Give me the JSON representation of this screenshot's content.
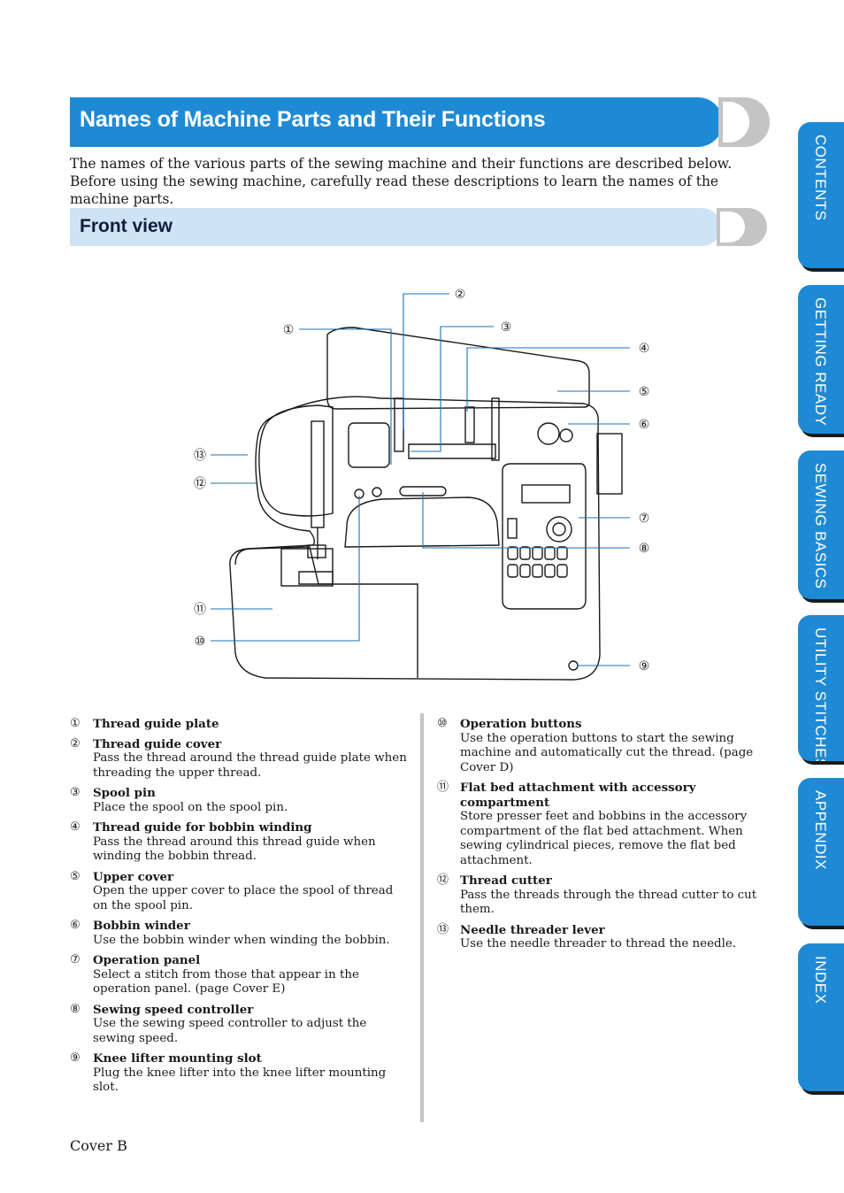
{
  "page": {
    "title": "Names of Machine Parts and Their Functions",
    "intro": "The names of the various parts of the sewing machine and their functions are described below. Before using the sewing machine, carefully read these descriptions to learn the names of the machine parts.",
    "section_title": "Front view",
    "page_label": "Cover B"
  },
  "sidebar": {
    "tabs": [
      {
        "label": "CONTENTS"
      },
      {
        "label": "GETTING READY"
      },
      {
        "label": "SEWING BASICS"
      },
      {
        "label": "UTILITY STITCHES"
      },
      {
        "label": "APPENDIX"
      },
      {
        "label": "INDEX"
      }
    ]
  },
  "callouts": [
    "①",
    "②",
    "③",
    "④",
    "⑤",
    "⑥",
    "⑦",
    "⑧",
    "⑨",
    "⑩",
    "⑪",
    "⑫",
    "⑬"
  ],
  "parts": [
    {
      "num": "①",
      "name": "Thread guide plate",
      "desc": ""
    },
    {
      "num": "②",
      "name": "Thread guide cover",
      "desc": "Pass the thread around the thread guide plate when threading the upper thread."
    },
    {
      "num": "③",
      "name": "Spool pin",
      "desc": "Place the spool on the spool pin."
    },
    {
      "num": "④",
      "name": "Thread guide for bobbin winding",
      "desc": "Pass the thread around this thread guide when winding the bobbin thread."
    },
    {
      "num": "⑤",
      "name": "Upper cover",
      "desc": "Open the upper cover to place the spool of thread on the spool pin."
    },
    {
      "num": "⑥",
      "name": "Bobbin winder",
      "desc": "Use the bobbin winder when winding the bobbin."
    },
    {
      "num": "⑦",
      "name": "Operation panel",
      "desc": "Select a stitch from those that appear in the operation panel. (page Cover E)"
    },
    {
      "num": "⑧",
      "name": "Sewing speed controller",
      "desc": "Use the sewing speed controller to adjust the sewing speed."
    },
    {
      "num": "⑨",
      "name": "Knee lifter mounting slot",
      "desc": "Plug the knee lifter into the knee lifter mounting slot."
    },
    {
      "num": "⑩",
      "name": "Operation buttons",
      "desc": "Use the operation buttons to start the sewing machine and automatically cut the thread. (page Cover D)"
    },
    {
      "num": "⑪",
      "name": "Flat bed attachment with accessory compartment",
      "desc": "Store presser feet and bobbins in the accessory compartment of the flat bed attachment. When sewing cylindrical pieces, remove the flat bed attachment."
    },
    {
      "num": "⑫",
      "name": "Thread cutter",
      "desc": "Pass the threads through the thread cutter to cut them."
    },
    {
      "num": "⑬",
      "name": "Needle threader lever",
      "desc": "Use the needle threader to thread the needle."
    }
  ]
}
